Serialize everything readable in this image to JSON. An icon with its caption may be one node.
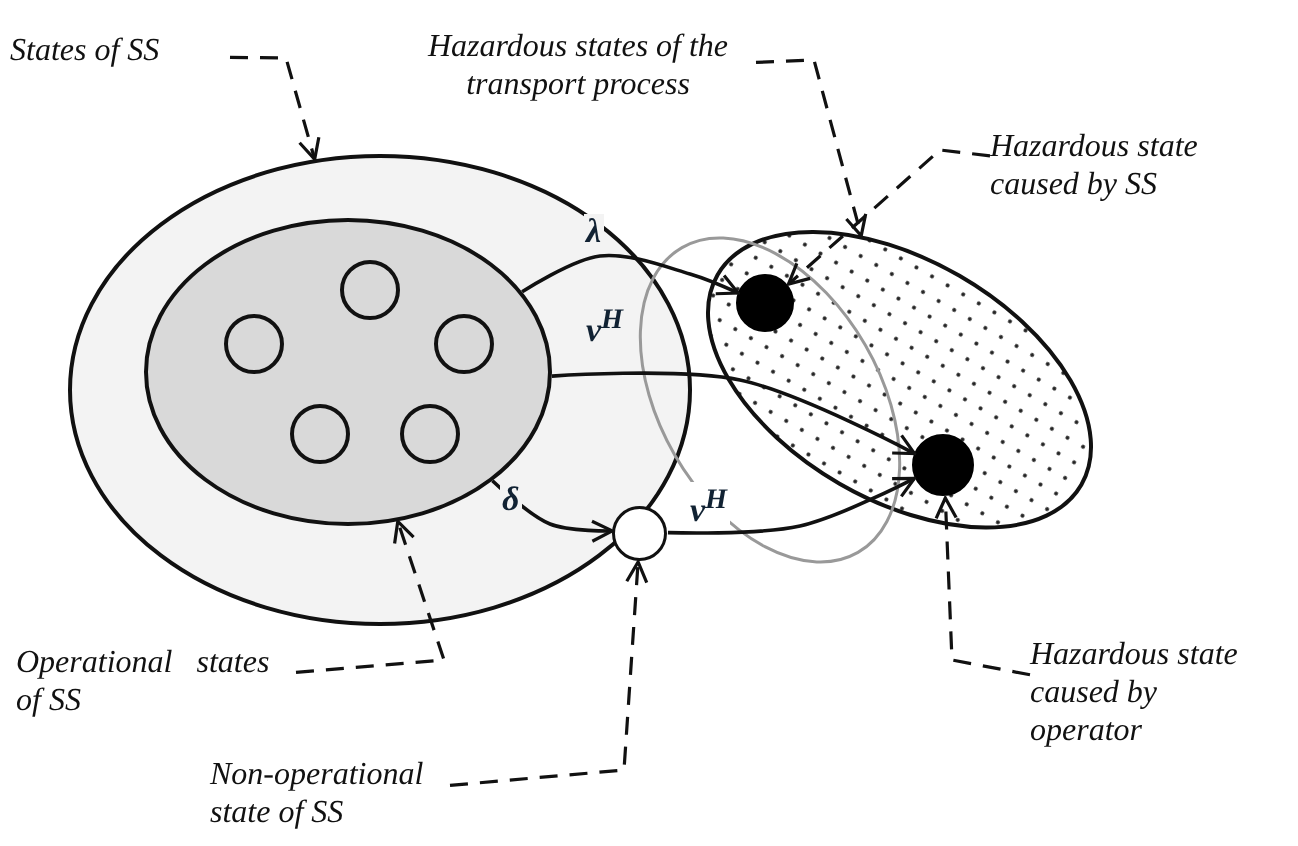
{
  "diagram": {
    "nodes": [
      {
        "text": [
          "States of SS"
        ]
      },
      {
        "text": [
          "Hazardous states of the transport process"
        ]
      },
      {
        "text": [
          "Hazardous state caused by SS"
        ]
      },
      {
        "text": [],
        "shape": "ellipse"
      },
      {
        "text": [],
        "shape": "ellipse",
        "in": 3
      },
      {
        "text": [],
        "shape": "circle",
        "in": 4
      },
      {
        "text": [],
        "shape": "circle",
        "in": 4
      },
      {
        "text": [],
        "shape": "circle",
        "in": 4
      },
      {
        "text": [],
        "shape": "circle",
        "in": 4
      },
      {
        "text": [],
        "shape": "circle",
        "in": 4
      },
      {
        "text": [],
        "shape": "ellipse"
      },
      {
        "text": [],
        "shape": "dot",
        "in": 10
      },
      {
        "text": [],
        "shape": "dot",
        "in": 10
      },
      {
        "text": [],
        "shape": "circle",
        "in": 3
      },
      {
        "text": [
          "Operational   states of SS"
        ]
      },
      {
        "text": [
          "Non-operational state of SS"
        ]
      },
      {
        "text": [
          "Hazardous state caused by operator"
        ]
      }
    ],
    "edges": [
      {
        "from": 4,
        "to": 11,
        "arrow": "to",
        "label": "λ"
      },
      {
        "from": 4,
        "to": 12,
        "arrow": "to",
        "label": "ν$^{H}$"
      },
      {
        "from": 4,
        "to": 13,
        "arrow": "to",
        "label": "δ"
      },
      {
        "from": 13,
        "to": 12,
        "arrow": "to",
        "label": "ν$^{H}$"
      },
      {
        "from": 0,
        "to": 3,
        "arrow": "to",
        "style": "dashed"
      },
      {
        "from": 1,
        "to": 10,
        "arrow": "to",
        "style": "dashed"
      },
      {
        "from": 2,
        "to": 11,
        "arrow": "to",
        "style": "dashed"
      },
      {
        "from": 14,
        "to": 4,
        "arrow": "to",
        "style": "dashed"
      },
      {
        "from": 15,
        "to": 13,
        "arrow": "to",
        "style": "dashed"
      },
      {
        "from": 16,
        "to": 12,
        "arrow": "to",
        "style": "dashed"
      }
    ]
  }
}
